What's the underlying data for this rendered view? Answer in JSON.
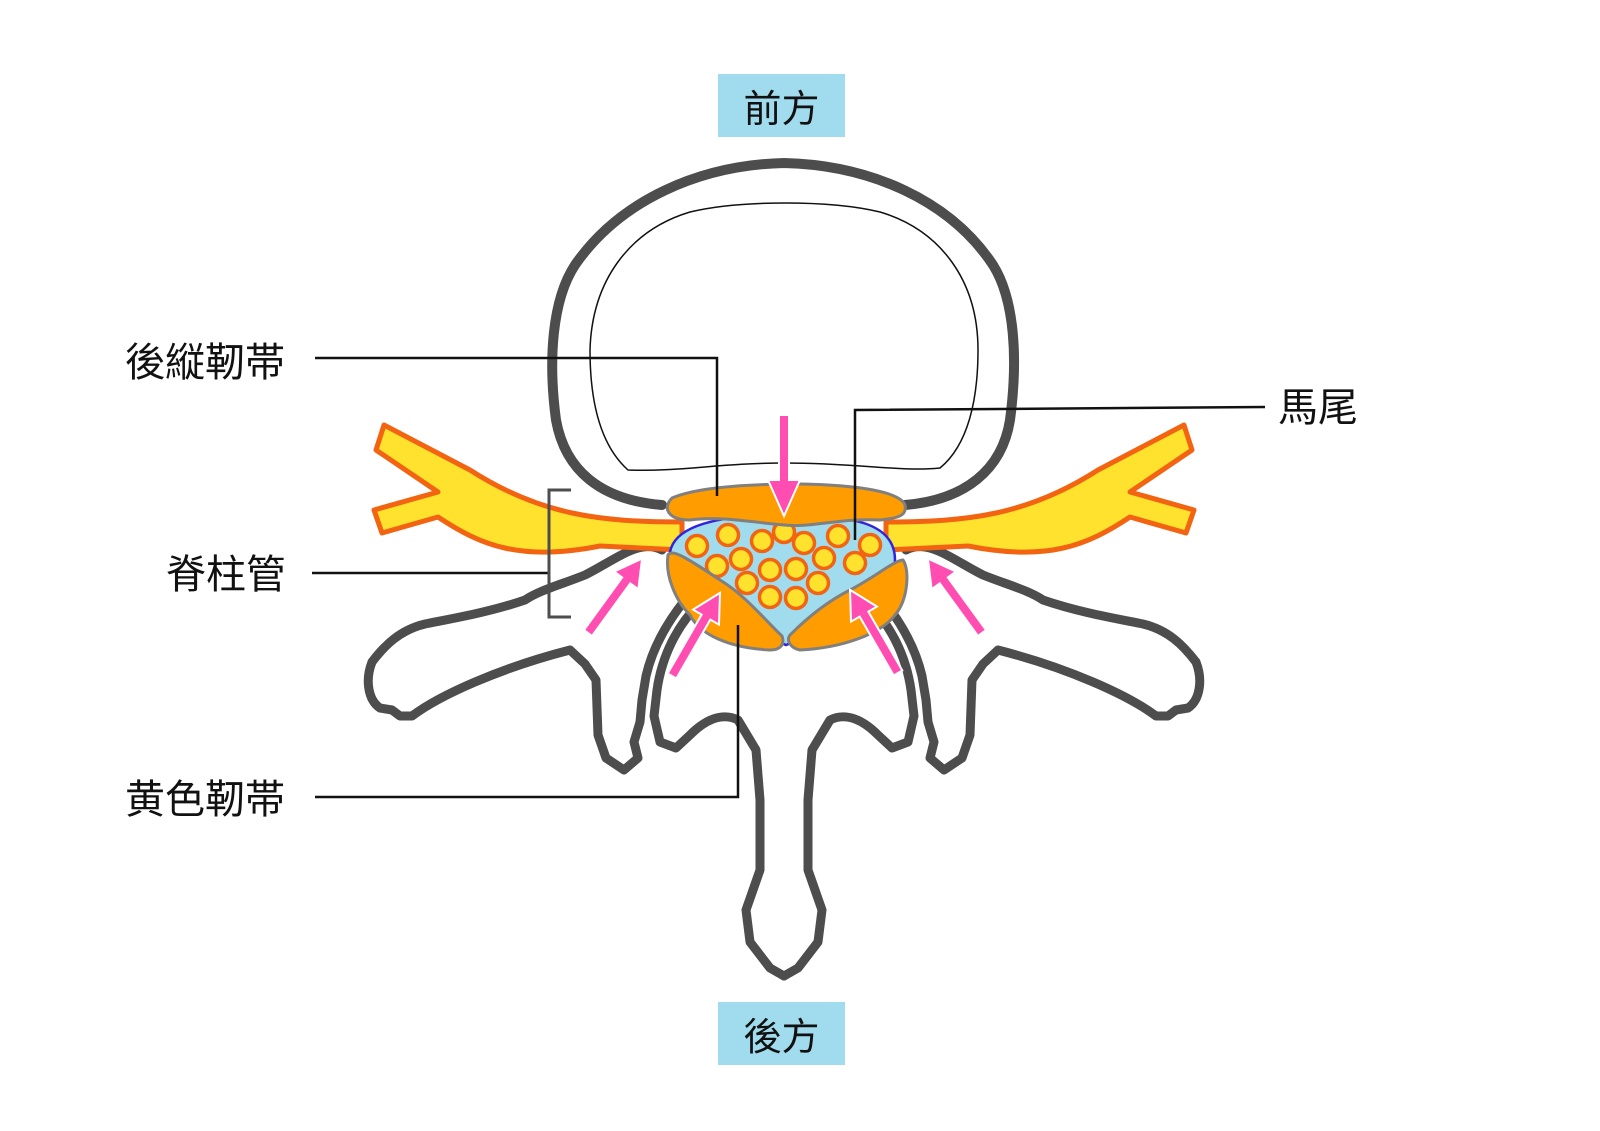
{
  "directions": {
    "anterior": "前方",
    "posterior": "後方"
  },
  "labels": {
    "posterior_longitudinal_ligament": "後縦靭帯",
    "cauda_equina": "馬尾",
    "spinal_canal": "脊柱管",
    "ligamentum_flavum": "黄色靭帯"
  },
  "colors": {
    "bone_outline": "#4d4d4d",
    "ligament": "#ff9c00",
    "canal": "#a0dced",
    "nerve_fill": "#ffe22e",
    "nerve_outline": "#f26411",
    "arrow": "#ff4db2",
    "direction_box": "#a0dced"
  }
}
